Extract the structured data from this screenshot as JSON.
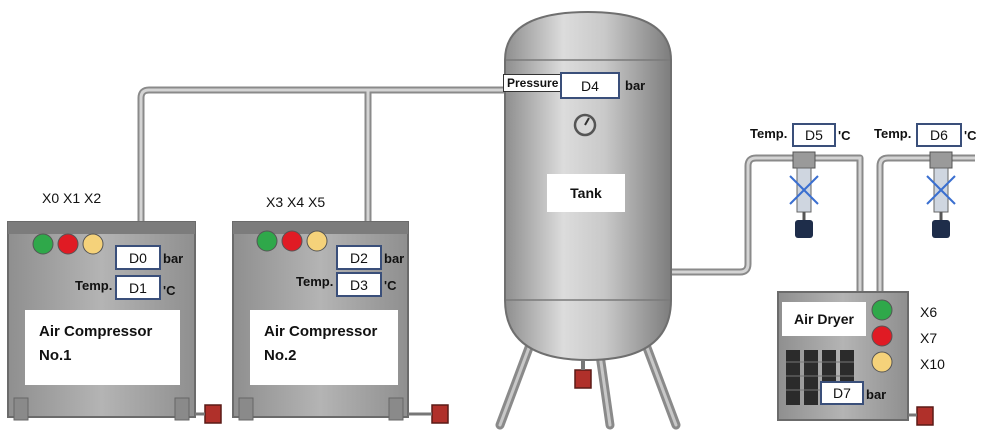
{
  "compressor1": {
    "inputs": "X0 X1 X2",
    "pressure_display": "D0",
    "pressure_unit": "bar",
    "temp_label": "Temp.",
    "temp_display": "D1",
    "temp_unit": "'C",
    "name_line1": "Air Compressor",
    "name_line2": "No.1",
    "lights": [
      "#2fa84a",
      "#e01b24",
      "#f5d27a"
    ]
  },
  "compressor2": {
    "inputs": "X3 X4 X5",
    "pressure_display": "D2",
    "pressure_unit": "bar",
    "temp_label": "Temp.",
    "temp_display": "D3",
    "temp_unit": "'C",
    "name_line1": "Air Compressor",
    "name_line2": "No.2",
    "lights": [
      "#2fa84a",
      "#e01b24",
      "#f5d27a"
    ]
  },
  "tank": {
    "pressure_label": "Pressure",
    "pressure_display": "D4",
    "pressure_unit": "bar",
    "name": "Tank"
  },
  "filter1": {
    "temp_label": "Temp.",
    "temp_display": "D5",
    "temp_unit": "'C"
  },
  "filter2": {
    "temp_label": "Temp.",
    "temp_display": "D6",
    "temp_unit": "'C"
  },
  "dryer": {
    "name": "Air Dryer",
    "lights": [
      {
        "color": "#2fa84a",
        "input": "X6"
      },
      {
        "color": "#e01b24",
        "input": "X7"
      },
      {
        "color": "#f5d27a",
        "input": "X10"
      }
    ],
    "pressure_display": "D7",
    "pressure_unit": "bar"
  },
  "colors": {
    "machine_body": "#a9a9a9",
    "pipe": "#b8b8b8",
    "display_border": "#3a4f7a",
    "drain_valve": "#b0302a"
  }
}
